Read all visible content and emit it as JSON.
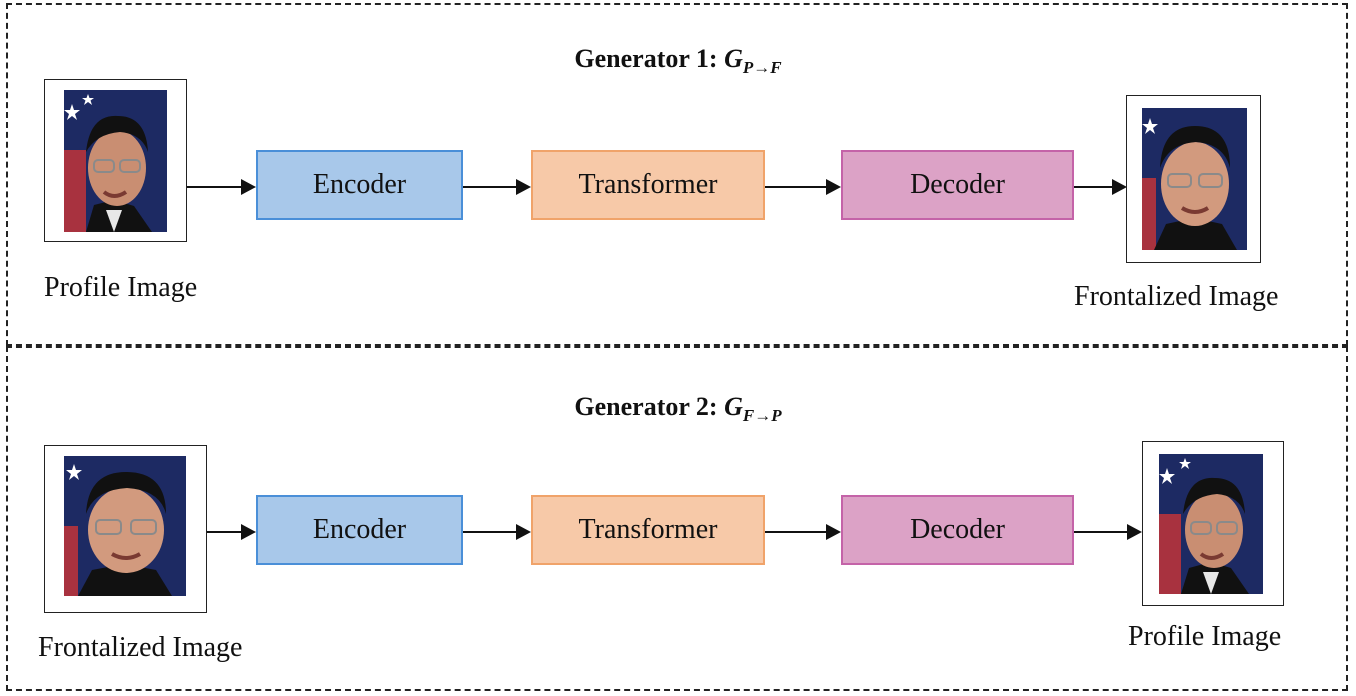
{
  "gen1": {
    "title_prefix": "Generator 1: ",
    "symbol": "G",
    "subscript": "P→F",
    "blocks": [
      "Encoder",
      "Transformer",
      "Decoder"
    ],
    "input_label": "Profile Image",
    "output_label": "Frontalized Image"
  },
  "gen2": {
    "title_prefix": "Generator 2: ",
    "symbol": "G",
    "subscript": "F→P",
    "blocks": [
      "Encoder",
      "Transformer",
      "Decoder"
    ],
    "input_label": "Frontalized Image",
    "output_label": "Profile Image"
  },
  "colors": {
    "encoder_fill": "#a8c8ea",
    "transformer_fill": "#f7c9a8",
    "decoder_fill": "#dca2c6"
  }
}
